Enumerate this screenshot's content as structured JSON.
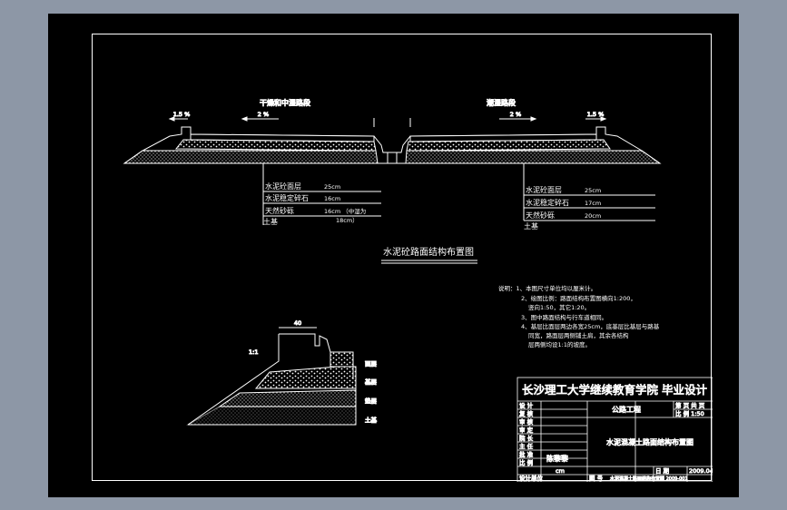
{
  "section_left_title": "干燥和中湿路段",
  "section_right_title": "潮湿路段",
  "slope_outer_left": "1.5 %",
  "slope_inner_left": "2 %",
  "slope_inner_right": "2 %",
  "slope_outer_right": "1.5 %",
  "layers_left": [
    {
      "name": "水泥砼面层",
      "thickness": "25cm"
    },
    {
      "name": "水泥稳定碎石",
      "thickness": "16cm"
    },
    {
      "name": "天然砂砾",
      "thickness": "16cm （中湿为"
    }
  ],
  "layers_left_extra": "18cm）",
  "subgrade_left": "土基",
  "layers_right": [
    {
      "name": "水泥砼面层",
      "thickness": "25cm"
    },
    {
      "name": "水泥稳定碎石",
      "thickness": "17cm"
    },
    {
      "name": "天然砂砾",
      "thickness": "20cm"
    }
  ],
  "subgrade_right": "土基",
  "drawing_title": "水泥砼路面结构布置图",
  "notes": [
    "说明：1、本图尺寸单位均以厘米计。",
    "2、绘图比例：路面结构布置图横向1:200，",
    "竖向1:50，其它1:20。",
    "3、图中路面结构与行车道相同。",
    "4、基层比面层两边各宽25cm，底基层比基层与路基",
    "同宽，路面层两侧铺土肩，其余各结构",
    "层两侧均设1:1的坡度。"
  ],
  "detail": {
    "dim_label": "40",
    "slope_label": "1:1",
    "labels": [
      "面层",
      "基层",
      "垫层",
      "土基"
    ]
  },
  "title_block": {
    "school": "长沙理工大学继续教育学院  毕业设计",
    "project": "公路工程",
    "drawing_name": "水泥混凝土路面结构布置图",
    "author_name": "陈黎黎",
    "left_labels": [
      "设  计",
      "复  核",
      "审  核",
      "审  定",
      "院  长",
      "主  任",
      "批  准",
      "比  例",
      "设计单位"
    ],
    "right_top_labels": [
      "第 页  共 页",
      "比  例  1:50"
    ],
    "scale_value": "cm",
    "date_label": "日  期",
    "date_value": "2009.04",
    "drawing_no_label": "图  号",
    "drawing_no_value": "水泥混凝土路面结构布置图 2009-001"
  }
}
